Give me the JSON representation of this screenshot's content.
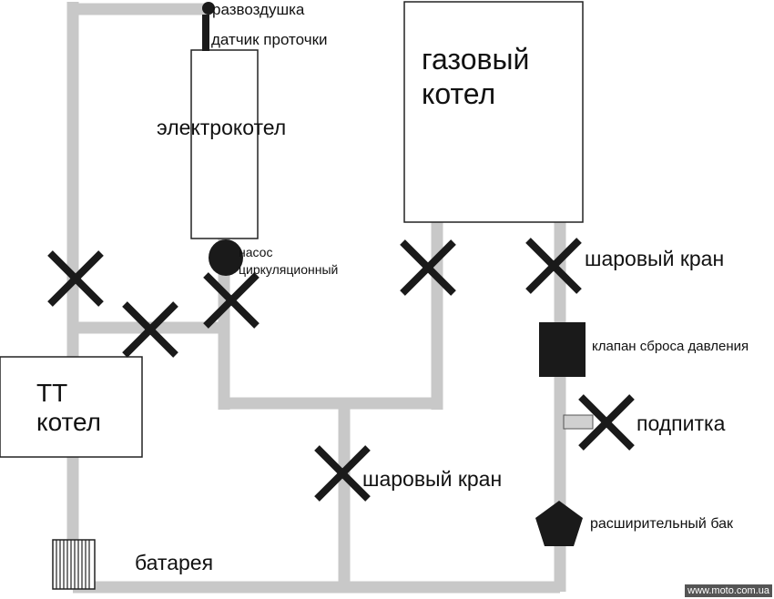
{
  "colors": {
    "pipe": "#c8c8c8",
    "valve": "#1a1a1a",
    "outline": "#222222"
  },
  "labels": {
    "air_vent": "развоздушка",
    "flow_sensor": "датчик проточки",
    "electric_boiler": "электрокотел",
    "gas_boiler": "газовый\nкотел",
    "pump": "насос\nциркуляционный",
    "ball_valve_right": "шаровый кран",
    "pressure_relief": "клапан сброса давления",
    "makeup": "подпитка",
    "tt_boiler": "ТТ\nкотел",
    "ball_valve_bottom": "шаровый кран",
    "expansion_tank": "расширительный бак",
    "radiator": "батарея"
  },
  "watermark": "www.moto.com.ua",
  "icons": {
    "valve": "x-valve-icon",
    "pump": "pump-circle-icon",
    "pressure_relief": "square-icon",
    "expansion_tank": "pentagon-icon",
    "radiator": "radiator-icon"
  }
}
